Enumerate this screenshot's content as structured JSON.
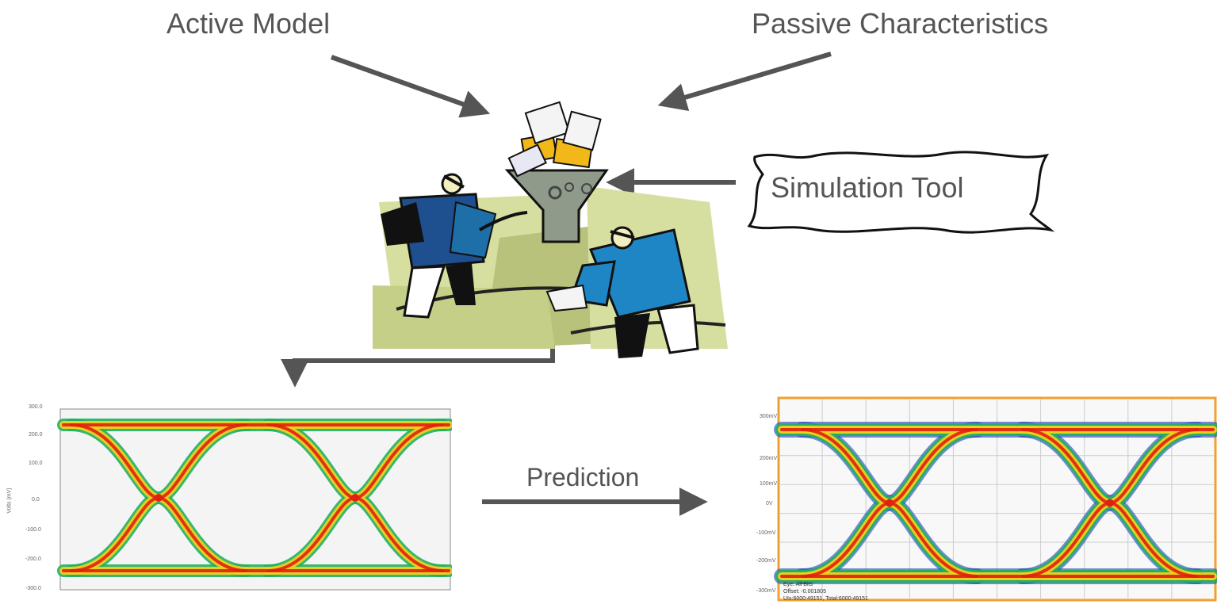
{
  "labels": {
    "active_model": "Active Model",
    "passive_characteristics": "Passive Characteristics",
    "simulation_tool": "Simulation Tool",
    "prediction": "Prediction"
  },
  "eye_left": {
    "y_ticks": [
      "300.0",
      "200.0",
      "100.0",
      "0.0",
      "-100.0",
      "-200.0",
      "-300.0"
    ],
    "y_axis_label": "Volts (mV)"
  },
  "eye_right": {
    "y_ticks": [
      "300mV",
      "200mV",
      "100mV",
      "0V",
      "-100mV",
      "-200mV",
      "-300mV"
    ],
    "notes": [
      "Eye: All Bits",
      "Offset: -0.001805",
      "UIs:6000:49151, Total:6000:49151"
    ]
  },
  "colors": {
    "arrow": "#555555",
    "text": "#555555",
    "eye_hot": "#e02010",
    "eye_warm": "#f0d020",
    "eye_cool": "#20b060",
    "eye_edge": "#2040c0",
    "frame_right": "#f0a030"
  }
}
